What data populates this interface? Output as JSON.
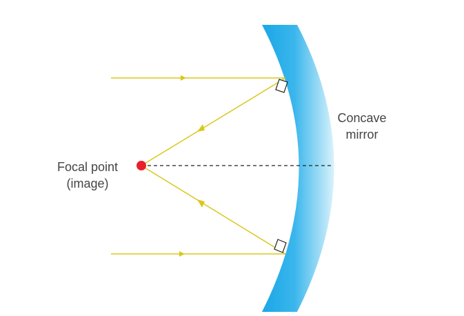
{
  "labels": {
    "focal_line1": "Focal point",
    "focal_line2": "(image)",
    "mirror_line1": "Concave",
    "mirror_line2": "mirror"
  },
  "colors": {
    "mirror_front": "#1aa7e6",
    "mirror_back": "#cfeefb",
    "ray": "#d9c81b",
    "focal_point": "#e8202a",
    "axis": "#222222",
    "text": "#444444"
  }
}
